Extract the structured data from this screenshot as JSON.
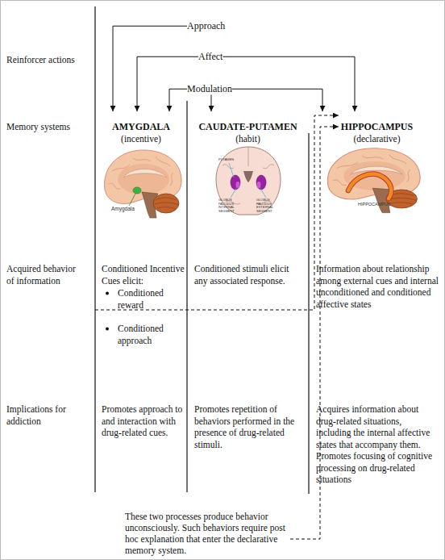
{
  "diagram": {
    "nodes": [
      {
        "text": [
          "Approach"
        ]
      },
      {
        "text": [
          "Affect"
        ]
      },
      {
        "text": [
          "Modulation"
        ]
      },
      {
        "text": [
          "AMYGDALA",
          "(incentive)",
          "Conditioned Incentive Cues elicit:",
          "Conditioned reward",
          "Conditioned approach",
          "Promotes approach to and interaction with drug-related cues."
        ]
      },
      {
        "text": [
          "CAUDATE-PUTAMEN",
          "(habit)",
          "Conditioned stimuli elicit any associated response.",
          "Promotes repetition of behaviors performed in the presence of drug-related stimuli."
        ]
      },
      {
        "text": [
          "HIPPOCAMPUS",
          "(declarative)",
          "Information about relationship among external cues and internal unconditioned and conditioned affective states",
          "Acquires information about drug-related situations, including the internal affective states that accompany them. Promotes focusing of cognitive processing on drug-related situations"
        ]
      },
      {
        "text": [
          "These two processes produce behavior unconsciously. Such behaviors require post hoc explanation that enter the declarative memory system."
        ]
      }
    ],
    "edges": [
      {
        "from": 0,
        "to": 3,
        "arrow": "to"
      },
      {
        "from": 1,
        "to": 3,
        "arrow": "to"
      },
      {
        "from": 1,
        "to": 5,
        "arrow": "to"
      },
      {
        "from": 2,
        "to": 3,
        "arrow": "to"
      },
      {
        "from": 2,
        "to": 4,
        "arrow": "to"
      },
      {
        "from": 2,
        "to": 5,
        "arrow": "to"
      },
      {
        "from": 3,
        "to": 5,
        "arrow": "to"
      },
      {
        "from": 6,
        "to": 5,
        "arrow": "to"
      }
    ],
    "labels": [
      "Reinforcer actions",
      "Memory systems",
      "Acquired behavior of information",
      "Implications for addiction",
      "Amygdala",
      "PUTAMEN",
      "GLOBUS PALLIDUS INTERNAL SEGMENT",
      "GLOBUS PALLIDUS EXTERNAL SEGMENT",
      "HIPPOCAMPUS"
    ]
  }
}
